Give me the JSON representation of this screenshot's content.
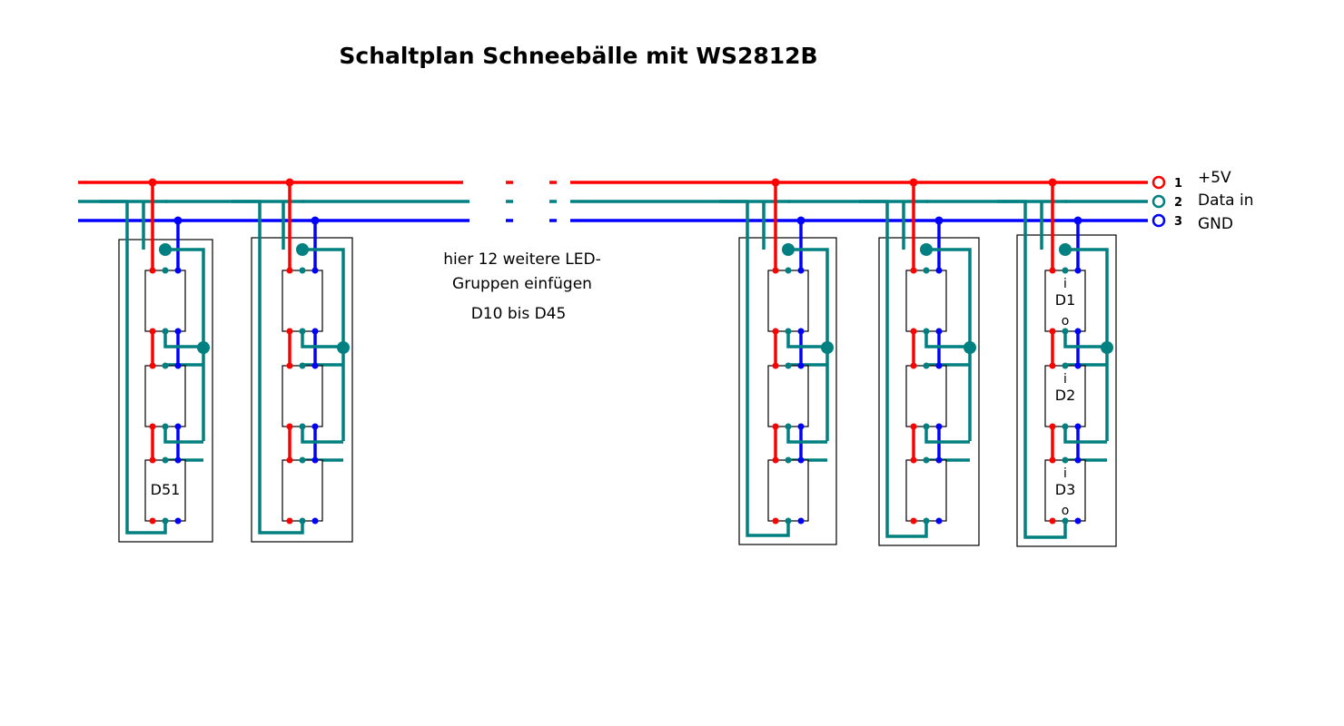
{
  "title": "Schaltplan Schneebälle mit WS2812B",
  "note": {
    "line1": "hier 12 weitere LED-",
    "line2": "Gruppen einfügen",
    "line3": "D10 bis D45"
  },
  "connector": {
    "pins": [
      {
        "number": "1",
        "label": "+5V"
      },
      {
        "number": "2",
        "label": "Data in"
      },
      {
        "number": "3",
        "label": "GND"
      }
    ]
  },
  "colors": {
    "power": "#ff0000",
    "data": "#008080",
    "ground": "#0000ff",
    "frame": "#000000"
  },
  "groups": [
    {
      "id": "group-left-1",
      "leds": [
        "",
        "",
        "D51"
      ],
      "io_marks": false
    },
    {
      "id": "group-left-2",
      "leds": [
        "",
        "",
        ""
      ],
      "io_marks": false
    },
    {
      "id": "group-right-1",
      "leds": [
        "",
        "",
        ""
      ],
      "io_marks": false
    },
    {
      "id": "group-right-2",
      "leds": [
        "",
        "",
        ""
      ],
      "io_marks": false
    },
    {
      "id": "group-right-3",
      "leds": [
        "D1",
        "D2",
        "D3"
      ],
      "io_marks": true
    }
  ],
  "io_marks": {
    "input": "i",
    "output": "o"
  }
}
